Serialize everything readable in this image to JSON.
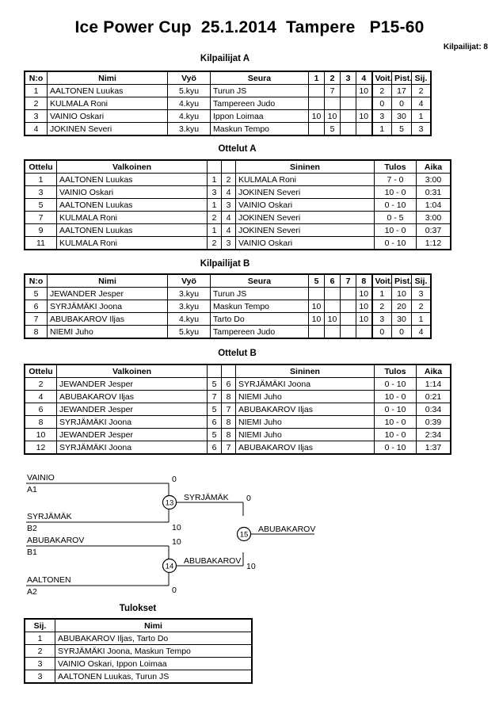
{
  "header": {
    "title": "Ice Power Cup  25.1.2014  Tampere   P15-60",
    "entrants_label": "Kilpailijat: 8"
  },
  "pool_a": {
    "caption": "Kilpailijat A",
    "columns": [
      "N:o",
      "Nimi",
      "Vyö",
      "Seura",
      "1",
      "2",
      "3",
      "4",
      "Voit.",
      "Pist.",
      "Sij."
    ],
    "rows": [
      {
        "no": "1",
        "name": "AALTONEN Luukas",
        "belt": "5.kyu",
        "club": "Turun JS",
        "m1": "",
        "m2": "7",
        "m3": "",
        "m4": "10",
        "wins": "2",
        "points": "17",
        "rank": "2"
      },
      {
        "no": "2",
        "name": "KULMALA Roni",
        "belt": "4.kyu",
        "club": "Tampereen Judo",
        "m1": "",
        "m2": "",
        "m3": "",
        "m4": "",
        "wins": "0",
        "points": "0",
        "rank": "4"
      },
      {
        "no": "3",
        "name": "VAINIO Oskari",
        "belt": "4.kyu",
        "club": "Ippon Loimaa",
        "m1": "10",
        "m2": "10",
        "m3": "",
        "m4": "10",
        "wins": "3",
        "points": "30",
        "rank": "1"
      },
      {
        "no": "4",
        "name": "JOKINEN Severi",
        "belt": "3.kyu",
        "club": "Maskun Tempo",
        "m1": "",
        "m2": "5",
        "m3": "",
        "m4": "",
        "wins": "1",
        "points": "5",
        "rank": "3"
      }
    ]
  },
  "matches_a": {
    "caption": "Ottelut A",
    "columns": [
      "Ottelu",
      "Valkoinen",
      "",
      "",
      "Sininen",
      "Tulos",
      "Aika"
    ],
    "rows": [
      {
        "no": "1",
        "white": "AALTONEN Luukas",
        "wn": "1",
        "bn": "2",
        "blue": "KULMALA Roni",
        "result": "7 - 0",
        "time": "3:00"
      },
      {
        "no": "3",
        "white": "VAINIO Oskari",
        "wn": "3",
        "bn": "4",
        "blue": "JOKINEN Severi",
        "result": "10 - 0",
        "time": "0:31"
      },
      {
        "no": "5",
        "white": "AALTONEN Luukas",
        "wn": "1",
        "bn": "3",
        "blue": "VAINIO Oskari",
        "result": "0 - 10",
        "time": "1:04"
      },
      {
        "no": "7",
        "white": "KULMALA Roni",
        "wn": "2",
        "bn": "4",
        "blue": "JOKINEN Severi",
        "result": "0 - 5",
        "time": "3:00"
      },
      {
        "no": "9",
        "white": "AALTONEN Luukas",
        "wn": "1",
        "bn": "4",
        "blue": "JOKINEN Severi",
        "result": "10 - 0",
        "time": "0:37"
      },
      {
        "no": "11",
        "white": "KULMALA Roni",
        "wn": "2",
        "bn": "3",
        "blue": "VAINIO Oskari",
        "result": "0 - 10",
        "time": "1:12"
      }
    ]
  },
  "pool_b": {
    "caption": "Kilpailijat B",
    "columns": [
      "N:o",
      "Nimi",
      "Vyö",
      "Seura",
      "5",
      "6",
      "7",
      "8",
      "Voit.",
      "Pist.",
      "Sij."
    ],
    "rows": [
      {
        "no": "5",
        "name": "JEWANDER Jesper",
        "belt": "3.kyu",
        "club": "Turun JS",
        "m1": "",
        "m2": "",
        "m3": "",
        "m4": "10",
        "wins": "1",
        "points": "10",
        "rank": "3"
      },
      {
        "no": "6",
        "name": "SYRJÄMÄKI Joona",
        "belt": "3.kyu",
        "club": "Maskun Tempo",
        "m1": "10",
        "m2": "",
        "m3": "",
        "m4": "10",
        "wins": "2",
        "points": "20",
        "rank": "2"
      },
      {
        "no": "7",
        "name": "ABUBAKAROV Iljas",
        "belt": "4.kyu",
        "club": "Tarto Do",
        "m1": "10",
        "m2": "10",
        "m3": "",
        "m4": "10",
        "wins": "3",
        "points": "30",
        "rank": "1"
      },
      {
        "no": "8",
        "name": "NIEMI Juho",
        "belt": "5.kyu",
        "club": "Tampereen Judo",
        "m1": "",
        "m2": "",
        "m3": "",
        "m4": "",
        "wins": "0",
        "points": "0",
        "rank": "4"
      }
    ]
  },
  "matches_b": {
    "caption": "Ottelut B",
    "columns": [
      "Ottelu",
      "Valkoinen",
      "",
      "",
      "Sininen",
      "Tulos",
      "Aika"
    ],
    "rows": [
      {
        "no": "2",
        "white": "JEWANDER Jesper",
        "wn": "5",
        "bn": "6",
        "blue": "SYRJÄMÄKI Joona",
        "result": "0 - 10",
        "time": "1:14"
      },
      {
        "no": "4",
        "white": "ABUBAKAROV Iljas",
        "wn": "7",
        "bn": "8",
        "blue": "NIEMI Juho",
        "result": "10 - 0",
        "time": "0:21"
      },
      {
        "no": "6",
        "white": "JEWANDER Jesper",
        "wn": "5",
        "bn": "7",
        "blue": "ABUBAKAROV Iljas",
        "result": "0 - 10",
        "time": "0:34"
      },
      {
        "no": "8",
        "white": "SYRJÄMÄKI Joona",
        "wn": "6",
        "bn": "8",
        "blue": "NIEMI Juho",
        "result": "10 - 0",
        "time": "0:39"
      },
      {
        "no": "10",
        "white": "JEWANDER Jesper",
        "wn": "5",
        "bn": "8",
        "blue": "NIEMI Juho",
        "result": "10 - 0",
        "time": "2:34"
      },
      {
        "no": "12",
        "white": "SYRJÄMÄKI Joona",
        "wn": "6",
        "bn": "7",
        "blue": "ABUBAKAROV Iljas",
        "result": "0 - 10",
        "time": "1:37"
      }
    ]
  },
  "bracket": {
    "semifinals": [
      {
        "match_no": "13",
        "top": {
          "name": "VAINIO",
          "seed": "A1",
          "score": "0"
        },
        "bottom": {
          "name": "SYRJÄMÄK",
          "seed": "B2",
          "score": "10"
        },
        "winner": "SYRJÄMÄK"
      },
      {
        "match_no": "14",
        "top": {
          "name": "ABUBAKAROV",
          "seed": "B1",
          "score": "10"
        },
        "bottom": {
          "name": "AALTONEN",
          "seed": "A2",
          "score": "0"
        },
        "winner": "ABUBAKAROV"
      }
    ],
    "final": {
      "match_no": "15",
      "top_score": "0",
      "bottom_score": "10",
      "winner": "ABUBAKAROV"
    }
  },
  "results": {
    "caption": "Tulokset",
    "columns": [
      "Sij.",
      "Nimi"
    ],
    "rows": [
      {
        "rank": "1",
        "name": "ABUBAKAROV Iljas, Tarto Do"
      },
      {
        "rank": "2",
        "name": "SYRJÄMÄKI Joona, Maskun Tempo"
      },
      {
        "rank": "3",
        "name": "VAINIO Oskari, Ippon Loimaa"
      },
      {
        "rank": "3",
        "name": "AALTONEN Luukas, Turun JS"
      }
    ]
  }
}
